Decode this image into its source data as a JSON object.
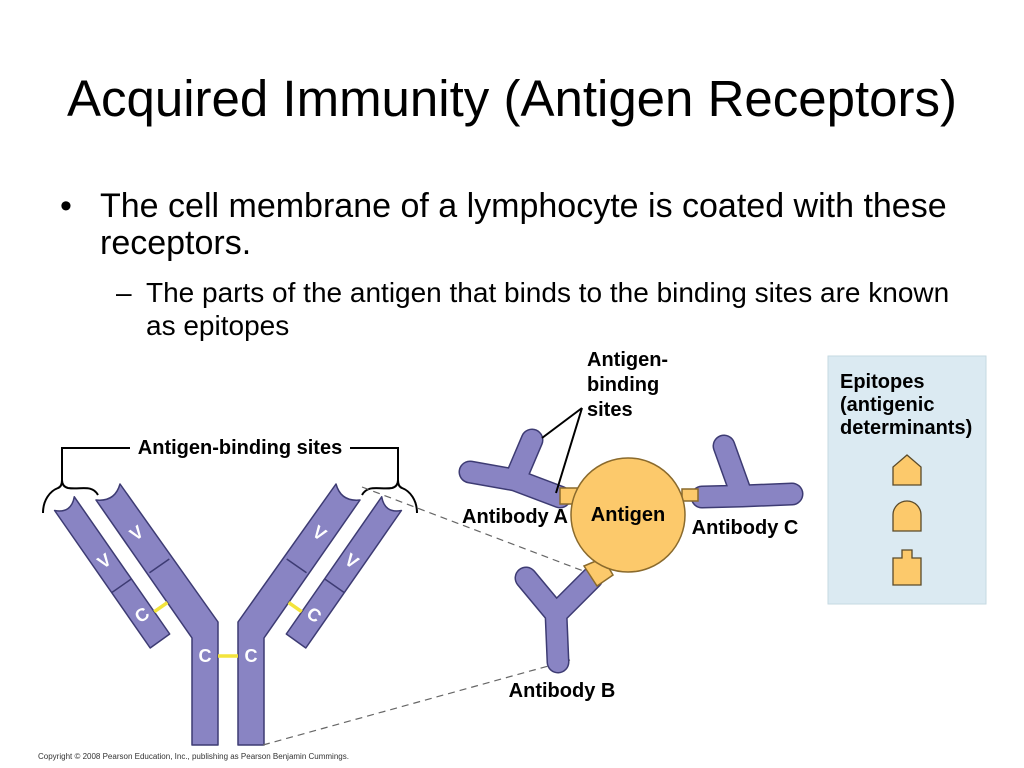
{
  "slide": {
    "title": "Acquired Immunity (Antigen Receptors)",
    "bullet": {
      "marker": "•",
      "text": "The cell membrane of a lymphocyte is coated with these receptors.",
      "sub_bullet": {
        "marker": "–",
        "text": "The parts of the antigen that binds to the binding sites are known as epitopes"
      }
    },
    "footer": "Copyright © 2008 Pearson Education, Inc., publishing as Pearson Benjamin Cummings."
  },
  "figure": {
    "y_antibody": {
      "bracket_label": "Antigen-binding sites",
      "left_light_chain": {
        "variable": "V",
        "constant": "C"
      },
      "left_heavy_chain": {
        "variable": "V",
        "constant": "C"
      },
      "right_heavy_chain": {
        "variable": "V",
        "constant": "C"
      },
      "right_light_chain": {
        "variable": "V",
        "constant": "C"
      }
    },
    "binding_sites_callout": [
      "Antigen-",
      "binding",
      "sites"
    ],
    "antigen_label": "Antigen",
    "antibody_a_label": "Antibody A",
    "antibody_b_label": "Antibody B",
    "antibody_c_label": "Antibody C",
    "epitope_box": {
      "heading": [
        "Epitopes",
        "(antigenic",
        "determinants)"
      ]
    }
  },
  "colors": {
    "antibody_fill": "#8984c3",
    "antibody_outline": "#3d3b73",
    "antigen_fill": "#fcc96b",
    "antigen_outline": "#8a6a2c",
    "disulfide_bond": "#f3e43c",
    "epitope_box_background": "#dbeaf2"
  }
}
